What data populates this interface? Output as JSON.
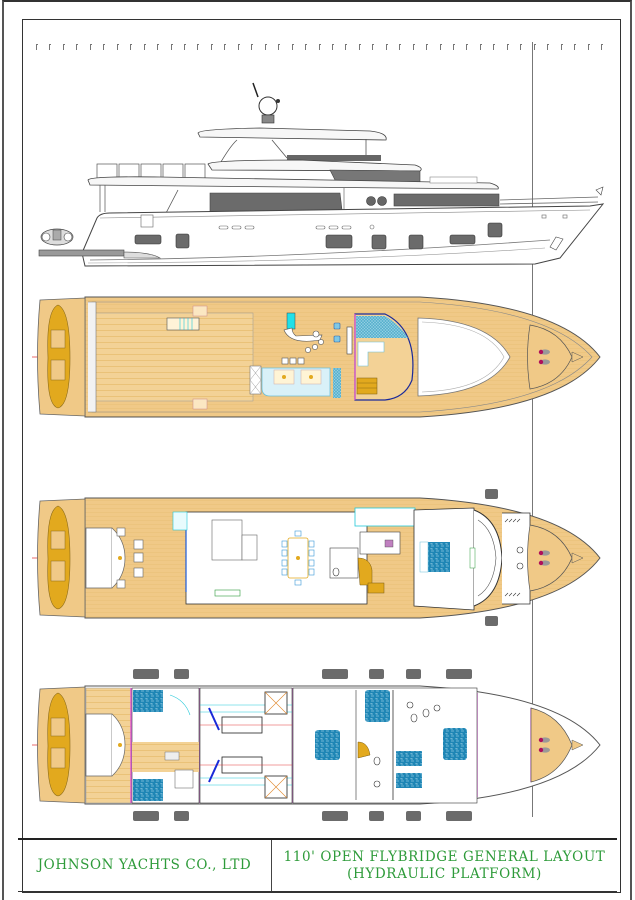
{
  "title_block": {
    "company": "JOHNSON YACHTS CO., LTD",
    "drawing_title_line1": "110' OPEN FLYBRIDGE GENERAL LAYOUT",
    "drawing_title_line2": "(HYDRAULIC PLATFORM)"
  },
  "views": [
    {
      "id": "profile",
      "label": "Side profile elevation"
    },
    {
      "id": "flybridge",
      "label": "Flybridge deck plan"
    },
    {
      "id": "main-deck",
      "label": "Main deck plan"
    },
    {
      "id": "lower-deck",
      "label": "Lower deck plan"
    }
  ],
  "colors": {
    "teak": "#f0c987",
    "teak_line": "#d9a441",
    "tender": "#e2a91e",
    "bed_blue": "#1f86b5",
    "centerline": "#e23a3a",
    "bulkhead": "#e040e0",
    "glazing": "#6f6f6f",
    "title_text": "#2e9b3a",
    "cyan": "#20c8d8"
  },
  "frame_ticks": 43
}
